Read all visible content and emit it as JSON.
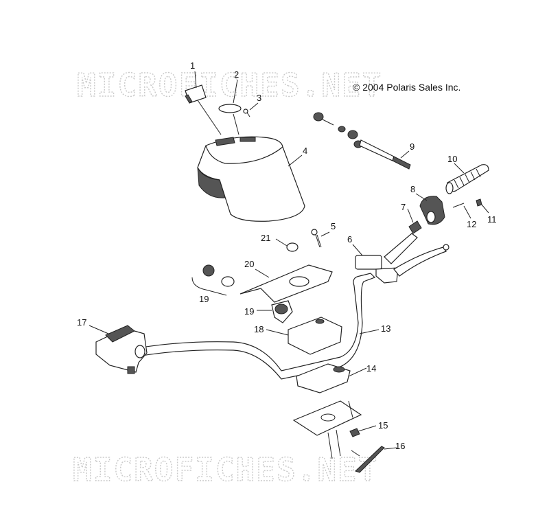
{
  "watermark_top": "MICROFICHES.NET",
  "watermark_bottom": "MICROFICHES.NET",
  "copyright": "© 2004 Polaris Sales Inc.",
  "callouts": [
    "1",
    "2",
    "3",
    "4",
    "5",
    "6",
    "7",
    "8",
    "9",
    "10",
    "11",
    "12",
    "13",
    "14",
    "15",
    "16",
    "17",
    "18",
    "19",
    "19",
    "20",
    "21"
  ]
}
